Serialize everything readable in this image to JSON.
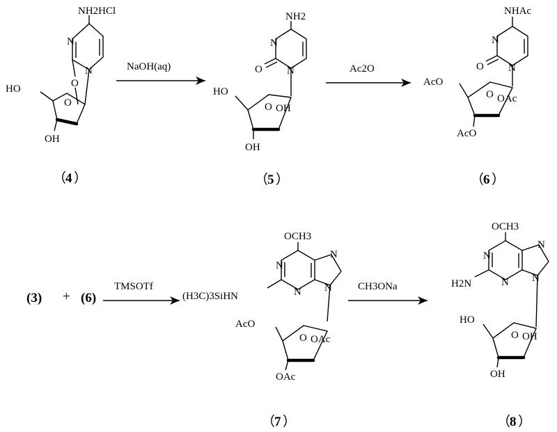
{
  "compounds": {
    "c4": {
      "substituent": "NH2HCl",
      "ring_n1": "N",
      "ring_n2": "N",
      "ring_o": "O",
      "sugar_o": "O",
      "ho_left": "HO",
      "oh_bottom": "OH",
      "caption_open": "（",
      "caption_num": "4",
      "caption_close": "）"
    },
    "c5": {
      "substituent": "NH2",
      "ring_n1": "N",
      "ring_n2": "N",
      "carbonyl_o": "O",
      "sugar_o": "O",
      "ho_left": "HO",
      "oh_right": "OH",
      "oh_bottom": "OH",
      "caption_open": "（",
      "caption_num": "5",
      "caption_close": "）"
    },
    "c6": {
      "substituent": "NHAc",
      "ring_n1": "N",
      "ring_n2": "N",
      "carbonyl_o": "O",
      "sugar_o": "O",
      "aco_left": "AcO",
      "oac_right": "OAc",
      "aco_bottom": "AcO",
      "caption_open": "（",
      "caption_num": "6",
      "caption_close": "）"
    },
    "c7": {
      "methoxy": "OCH3",
      "silyl": "(H3C)3SiHN",
      "n1": "N",
      "n3": "N",
      "n7": "N",
      "n9": "N",
      "sugar_o": "O",
      "aco_left": "AcO",
      "oac_right": "OAc",
      "oac_bottom": "OAc",
      "caption_open": "（",
      "caption_num": "7",
      "caption_close": "）"
    },
    "c8": {
      "methoxy": "OCH3",
      "amine": "H2N",
      "n1": "N",
      "n3": "N",
      "n7": "N",
      "n9": "N",
      "sugar_o": "O",
      "ho_left": "HO",
      "oh_right": "OH",
      "oh_bottom": "OH",
      "caption_open": "（",
      "caption_num": "8",
      "caption_close": "）"
    }
  },
  "reactions": {
    "r1_reagent": "NaOH(aq)",
    "r2_reagent": "Ac2O",
    "r3_reagent": "TMSOTf",
    "r4_reagent": "CH3ONa",
    "reactant_a": "(3)",
    "plus": "+",
    "reactant_b": "(6)"
  }
}
